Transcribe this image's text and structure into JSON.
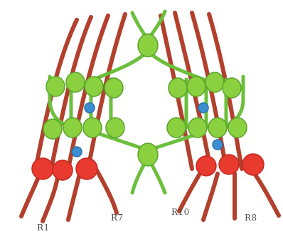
{
  "labels": {
    "r1": "R1",
    "r7": "R7",
    "r10": "R10",
    "r8": "R8"
  },
  "colors": {
    "red_strand": "#b2402c",
    "red_bead": "#e83a2f",
    "green_strand": "#6bbf3a",
    "green_bead": "#8ad03f",
    "blue_bead": "#3b8fd1",
    "label_text": "#4a4a4a",
    "background": "#ffffff"
  }
}
